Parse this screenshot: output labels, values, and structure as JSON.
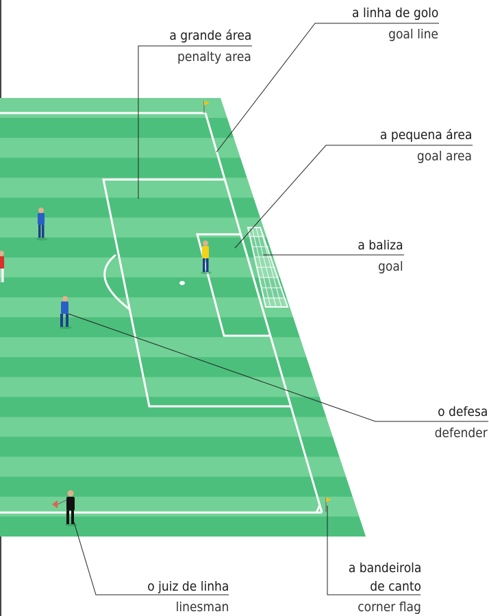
{
  "colors": {
    "pitch_dark": "#4cbf7c",
    "pitch_light": "#72d196",
    "border_grass": "#5ec687",
    "line": "#ffffff",
    "team_blue": "#2b5fc6",
    "team_red": "#d8322b",
    "goalkeeper_yellow": "#f2d21b",
    "referee_black": "#111111",
    "flag_yellow": "#f2c21b"
  },
  "labels": {
    "goal_line": {
      "pt": "a linha de golo",
      "en": "goal line"
    },
    "penalty_area": {
      "pt": "a grande área",
      "en": "penalty area"
    },
    "goal_area": {
      "pt": "a pequena área",
      "en": "goal area"
    },
    "goal": {
      "pt": "a baliza",
      "en": "goal"
    },
    "defender": {
      "pt": "o defesa",
      "en": "defender"
    },
    "corner_flag": {
      "pt_line1": "a bandeirola",
      "pt_line2": "de canto",
      "en": "corner flag"
    },
    "linesman": {
      "pt": "o juiz de linha",
      "en": "linesman"
    }
  }
}
